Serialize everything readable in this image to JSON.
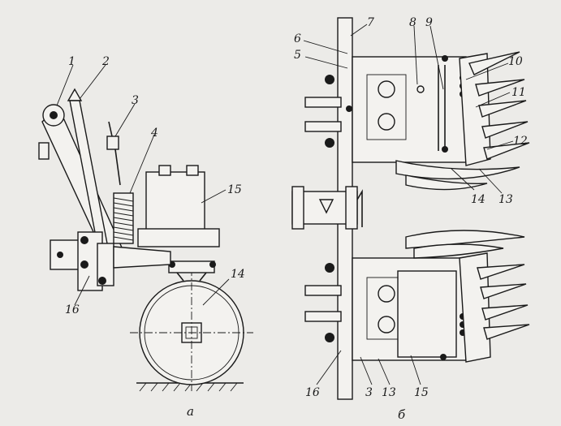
{
  "figure": {
    "left_view": {
      "caption": "а",
      "labels": [
        "1",
        "2",
        "3",
        "4",
        "15",
        "14",
        "16"
      ]
    },
    "right_view": {
      "caption": "б",
      "labels": [
        "7",
        "6",
        "5",
        "8",
        "9",
        "10",
        "11",
        "12",
        "13",
        "14",
        "16",
        "3",
        "13",
        "15"
      ]
    }
  }
}
